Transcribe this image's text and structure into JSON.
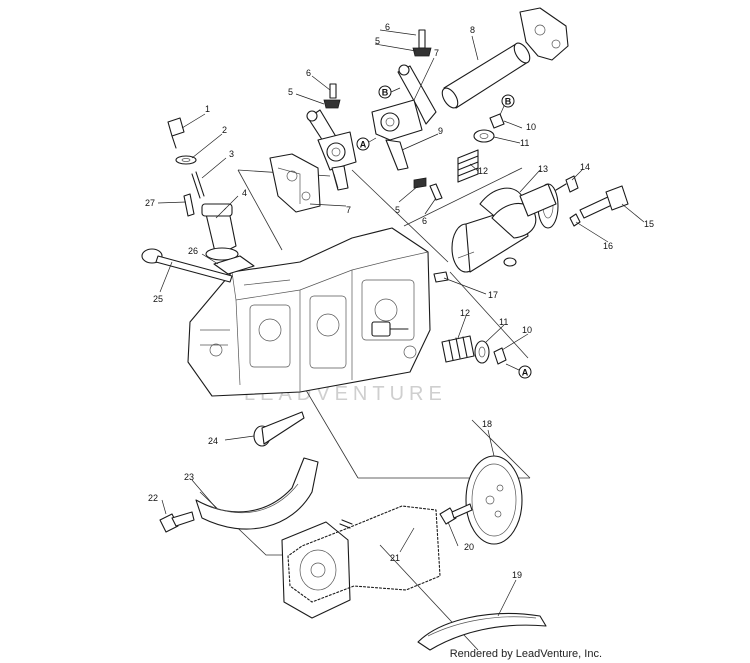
{
  "callouts": [
    {
      "label": "1"
    },
    {
      "label": "2"
    },
    {
      "label": "3"
    },
    {
      "label": "4"
    },
    {
      "label": "5"
    },
    {
      "label": "5"
    },
    {
      "label": "5"
    },
    {
      "label": "6"
    },
    {
      "label": "6"
    },
    {
      "label": "6"
    },
    {
      "label": "7"
    },
    {
      "label": "7"
    },
    {
      "label": "8"
    },
    {
      "label": "9"
    },
    {
      "label": "10"
    },
    {
      "label": "10"
    },
    {
      "label": "11"
    },
    {
      "label": "11"
    },
    {
      "label": "12"
    },
    {
      "label": "12"
    },
    {
      "label": "13"
    },
    {
      "label": "14"
    },
    {
      "label": "15"
    },
    {
      "label": "16"
    },
    {
      "label": "17"
    },
    {
      "label": "18"
    },
    {
      "label": "19"
    },
    {
      "label": "20"
    },
    {
      "label": "21"
    },
    {
      "label": "22"
    },
    {
      "label": "23"
    },
    {
      "label": "24"
    },
    {
      "label": "25"
    },
    {
      "label": "26"
    },
    {
      "label": "27"
    }
  ],
  "reference_letters": {
    "a": "A",
    "b": "B"
  },
  "watermark": "LEADVENTURE",
  "credit": "Rendered by LeadVenture, Inc."
}
